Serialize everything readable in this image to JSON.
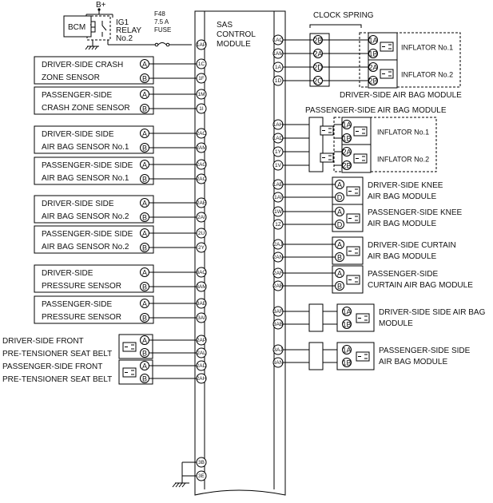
{
  "power": {
    "supply": "B+",
    "bcm": "BCM",
    "relay": [
      "IG1",
      "RELAY",
      "No.2"
    ],
    "fuse": [
      "F48",
      "7.5 A",
      "FUSE"
    ]
  },
  "module": {
    "title": [
      "SAS",
      "CONTROL",
      "MODULE"
    ]
  },
  "left_sensors": [
    {
      "label": [
        "DRIVER-SIDE CRASH",
        "ZONE SENSOR"
      ],
      "pins": [
        "1C",
        "1F"
      ]
    },
    {
      "label": [
        "PASSENGER-SIDE",
        "CRASH ZONE SENSOR"
      ],
      "pins": [
        "1M",
        "1I"
      ]
    },
    {
      "label": [
        "DRIVER-SIDE SIDE",
        "AIR BAG SENSOR No.1"
      ],
      "pins": [
        "2AO",
        "2AM"
      ]
    },
    {
      "label": [
        "PASSENGER-SIDE SIDE",
        "AIR BAG SENSOR No.1"
      ],
      "pins": [
        "2AG",
        "2AC"
      ]
    },
    {
      "label": [
        "DRIVER-SIDE SIDE",
        "AIR BAG SENSOR No.2"
      ],
      "pins": [
        "2AE",
        "2AI"
      ]
    },
    {
      "label": [
        "PASSENGER-SIDE SIDE",
        "AIR BAG SENSOR No.2"
      ],
      "pins": [
        "2U",
        "2Y"
      ]
    },
    {
      "label": [
        "DRIVER-SIDE",
        "PRESSURE SENSOR"
      ],
      "pins": [
        "3AQ",
        "3AM"
      ]
    },
    {
      "label": [
        "PASSENGER-SIDE",
        "PRESSURE SENSOR"
      ],
      "pins": [
        "3AE",
        "3AI"
      ]
    }
  ],
  "pretensioners": [
    {
      "label": [
        "DRIVER-SIDE FRONT",
        "PRE-TENSIONER SEAT BELT"
      ],
      "pins": [
        "2AP",
        "2AL"
      ]
    },
    {
      "label": [
        "PASSENGER-SIDE FRONT",
        "PRE-TENSIONER SEAT BELT"
      ],
      "pins": [
        "2AD",
        "2AH"
      ]
    }
  ],
  "connector_letters": [
    "A",
    "B"
  ],
  "ground_pins": [
    "3B",
    "3E"
  ],
  "power_pin": "1AP",
  "clock_spring": {
    "label": "CLOCK SPRING",
    "in_pins": [
      "2B",
      "2A",
      "2D",
      "2C"
    ]
  },
  "driver_module": {
    "label": "DRIVER-SIDE AIR BAG MODULE",
    "module_pins": [
      "1AQ",
      "1AM",
      "1A",
      "1D"
    ],
    "inflators": [
      {
        "name": "INFLATOR No.1",
        "pins": [
          "1A",
          "1B"
        ]
      },
      {
        "name": "INFLATOR No.2",
        "pins": [
          "2A",
          "2B"
        ]
      }
    ]
  },
  "passenger_module": {
    "label": "PASSENGER-SIDE AIR BAG MODULE",
    "module_pins": [
      "1AH",
      "1AD",
      "1Y",
      "1V"
    ],
    "inflators": [
      {
        "name": "INFLATOR No.1",
        "pins": [
          "1A",
          "1B"
        ]
      },
      {
        "name": "INFLATOR No.2",
        "pins": [
          "2A",
          "2B"
        ]
      }
    ]
  },
  "right_modules": [
    {
      "label": [
        "DRIVER-SIDE KNEE",
        "AIR BAG MODULE"
      ],
      "pins": [
        "1AE",
        "1AI"
      ],
      "conn": [
        "A",
        "D"
      ]
    },
    {
      "label": [
        "PASSENGER-SIDE KNEE",
        "AIR BAG MODULE"
      ],
      "pins": [
        "1W",
        "1Z"
      ],
      "conn": [
        "A",
        "D"
      ]
    },
    {
      "label": [
        "DRIVER-SIDE CURTAIN",
        "AIR BAG MODULE"
      ],
      "pins": [
        "2AJ",
        "2AN"
      ],
      "conn": [
        "A",
        "B"
      ]
    },
    {
      "label": [
        "PASSENGER-SIDE",
        "CURTAIN AIR BAG MODULE"
      ],
      "pins": [
        "2AF",
        "2AB"
      ],
      "conn": [
        "A",
        "B"
      ]
    },
    {
      "label": [
        "DRIVER-SIDE SIDE AIR BAG",
        "MODULE"
      ],
      "pins": [
        "3AF",
        "3AB"
      ],
      "conn": [
        "1A",
        "1B"
      ]
    },
    {
      "label": [
        "PASSENGER-SIDE SIDE",
        "AIR BAG MODULE"
      ],
      "pins": [
        "3AJ",
        "3AN"
      ],
      "conn": [
        "1A",
        "1B"
      ]
    }
  ]
}
